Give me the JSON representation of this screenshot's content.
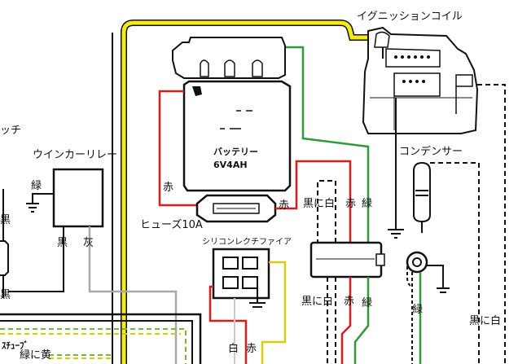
{
  "labels": {
    "ignition_coil": "イグニッションコイル",
    "switch_partial": "ッチ",
    "winker_relay": "ウインカーリレー",
    "green_left": "緑",
    "black_left": "黒",
    "black_left_lower": "黒",
    "black_relay": "黒",
    "gray_relay": "灰",
    "red_battery": "赤",
    "red_fuse": "赤",
    "battery_line1": "バッテリー",
    "battery_line2": "6V4AH",
    "fuse": "ヒューズ10A",
    "rectifier": "シリコンレクチファイア",
    "condenser": "コンデンサー",
    "black_white_top": "黒に白",
    "red_top": "赤",
    "green_top": "緑",
    "black_white_mid": "黒に白",
    "red_mid": "赤",
    "green_mid": "緑",
    "white_bottom": "白",
    "red_bottom": "赤",
    "green_right": "緑",
    "black_white_right": "黒に白",
    "tube_label": "ｽﾁｭｰﾌﾞ",
    "green_yellow": "緑に黄"
  },
  "colors": {
    "wire_yellow": "#f2ea1a",
    "wire_red": "#d91c1c",
    "wire_green": "#2e9a3a",
    "wire_gray": "#a8a8a8",
    "wire_black": "#111111",
    "wire_dashed_green": "#78b830",
    "wire_dashed_yellow": "#d8cc10"
  }
}
